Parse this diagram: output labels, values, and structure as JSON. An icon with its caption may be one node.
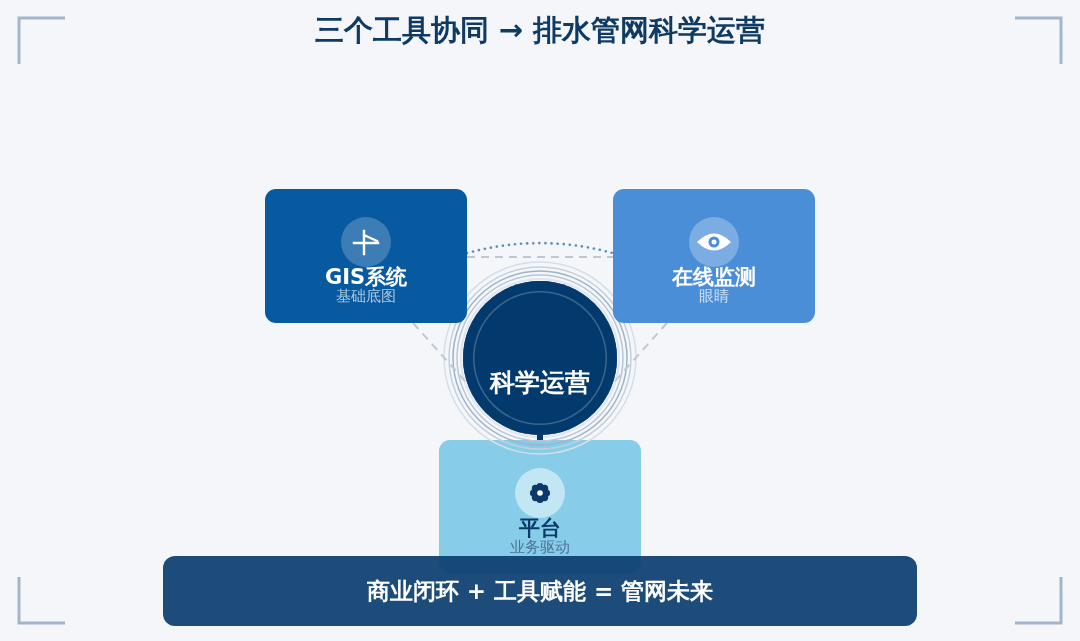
{
  "diagram": {
    "title": "三个工具协同 → 排水管网科学运营",
    "nodes": [
      {
        "text": [
          "GIS系统",
          "基础底图"
        ]
      },
      {
        "text": [
          "在线监测",
          "眼睛"
        ]
      },
      {
        "text": [
          "科学运营"
        ]
      },
      {
        "text": [
          "平台",
          "业务驱动"
        ]
      },
      {
        "text": [
          "商业闭环 + 工具赋能 = 管网未来"
        ]
      }
    ],
    "edges": [
      {
        "from": 0,
        "to": 2,
        "arrow": "none",
        "style": "dashed"
      },
      {
        "from": 1,
        "to": 2,
        "arrow": "none",
        "style": "dashed"
      },
      {
        "from": 0,
        "to": 1,
        "arrow": "none",
        "style": "dashed"
      },
      {
        "from": 0,
        "to": 1,
        "arrow": "none",
        "style": "dashed",
        "color": "#5b8ec4"
      },
      {
        "from": 2,
        "to": 3,
        "arrow": "none",
        "style": "thick",
        "color": "#063a6c"
      }
    ]
  }
}
